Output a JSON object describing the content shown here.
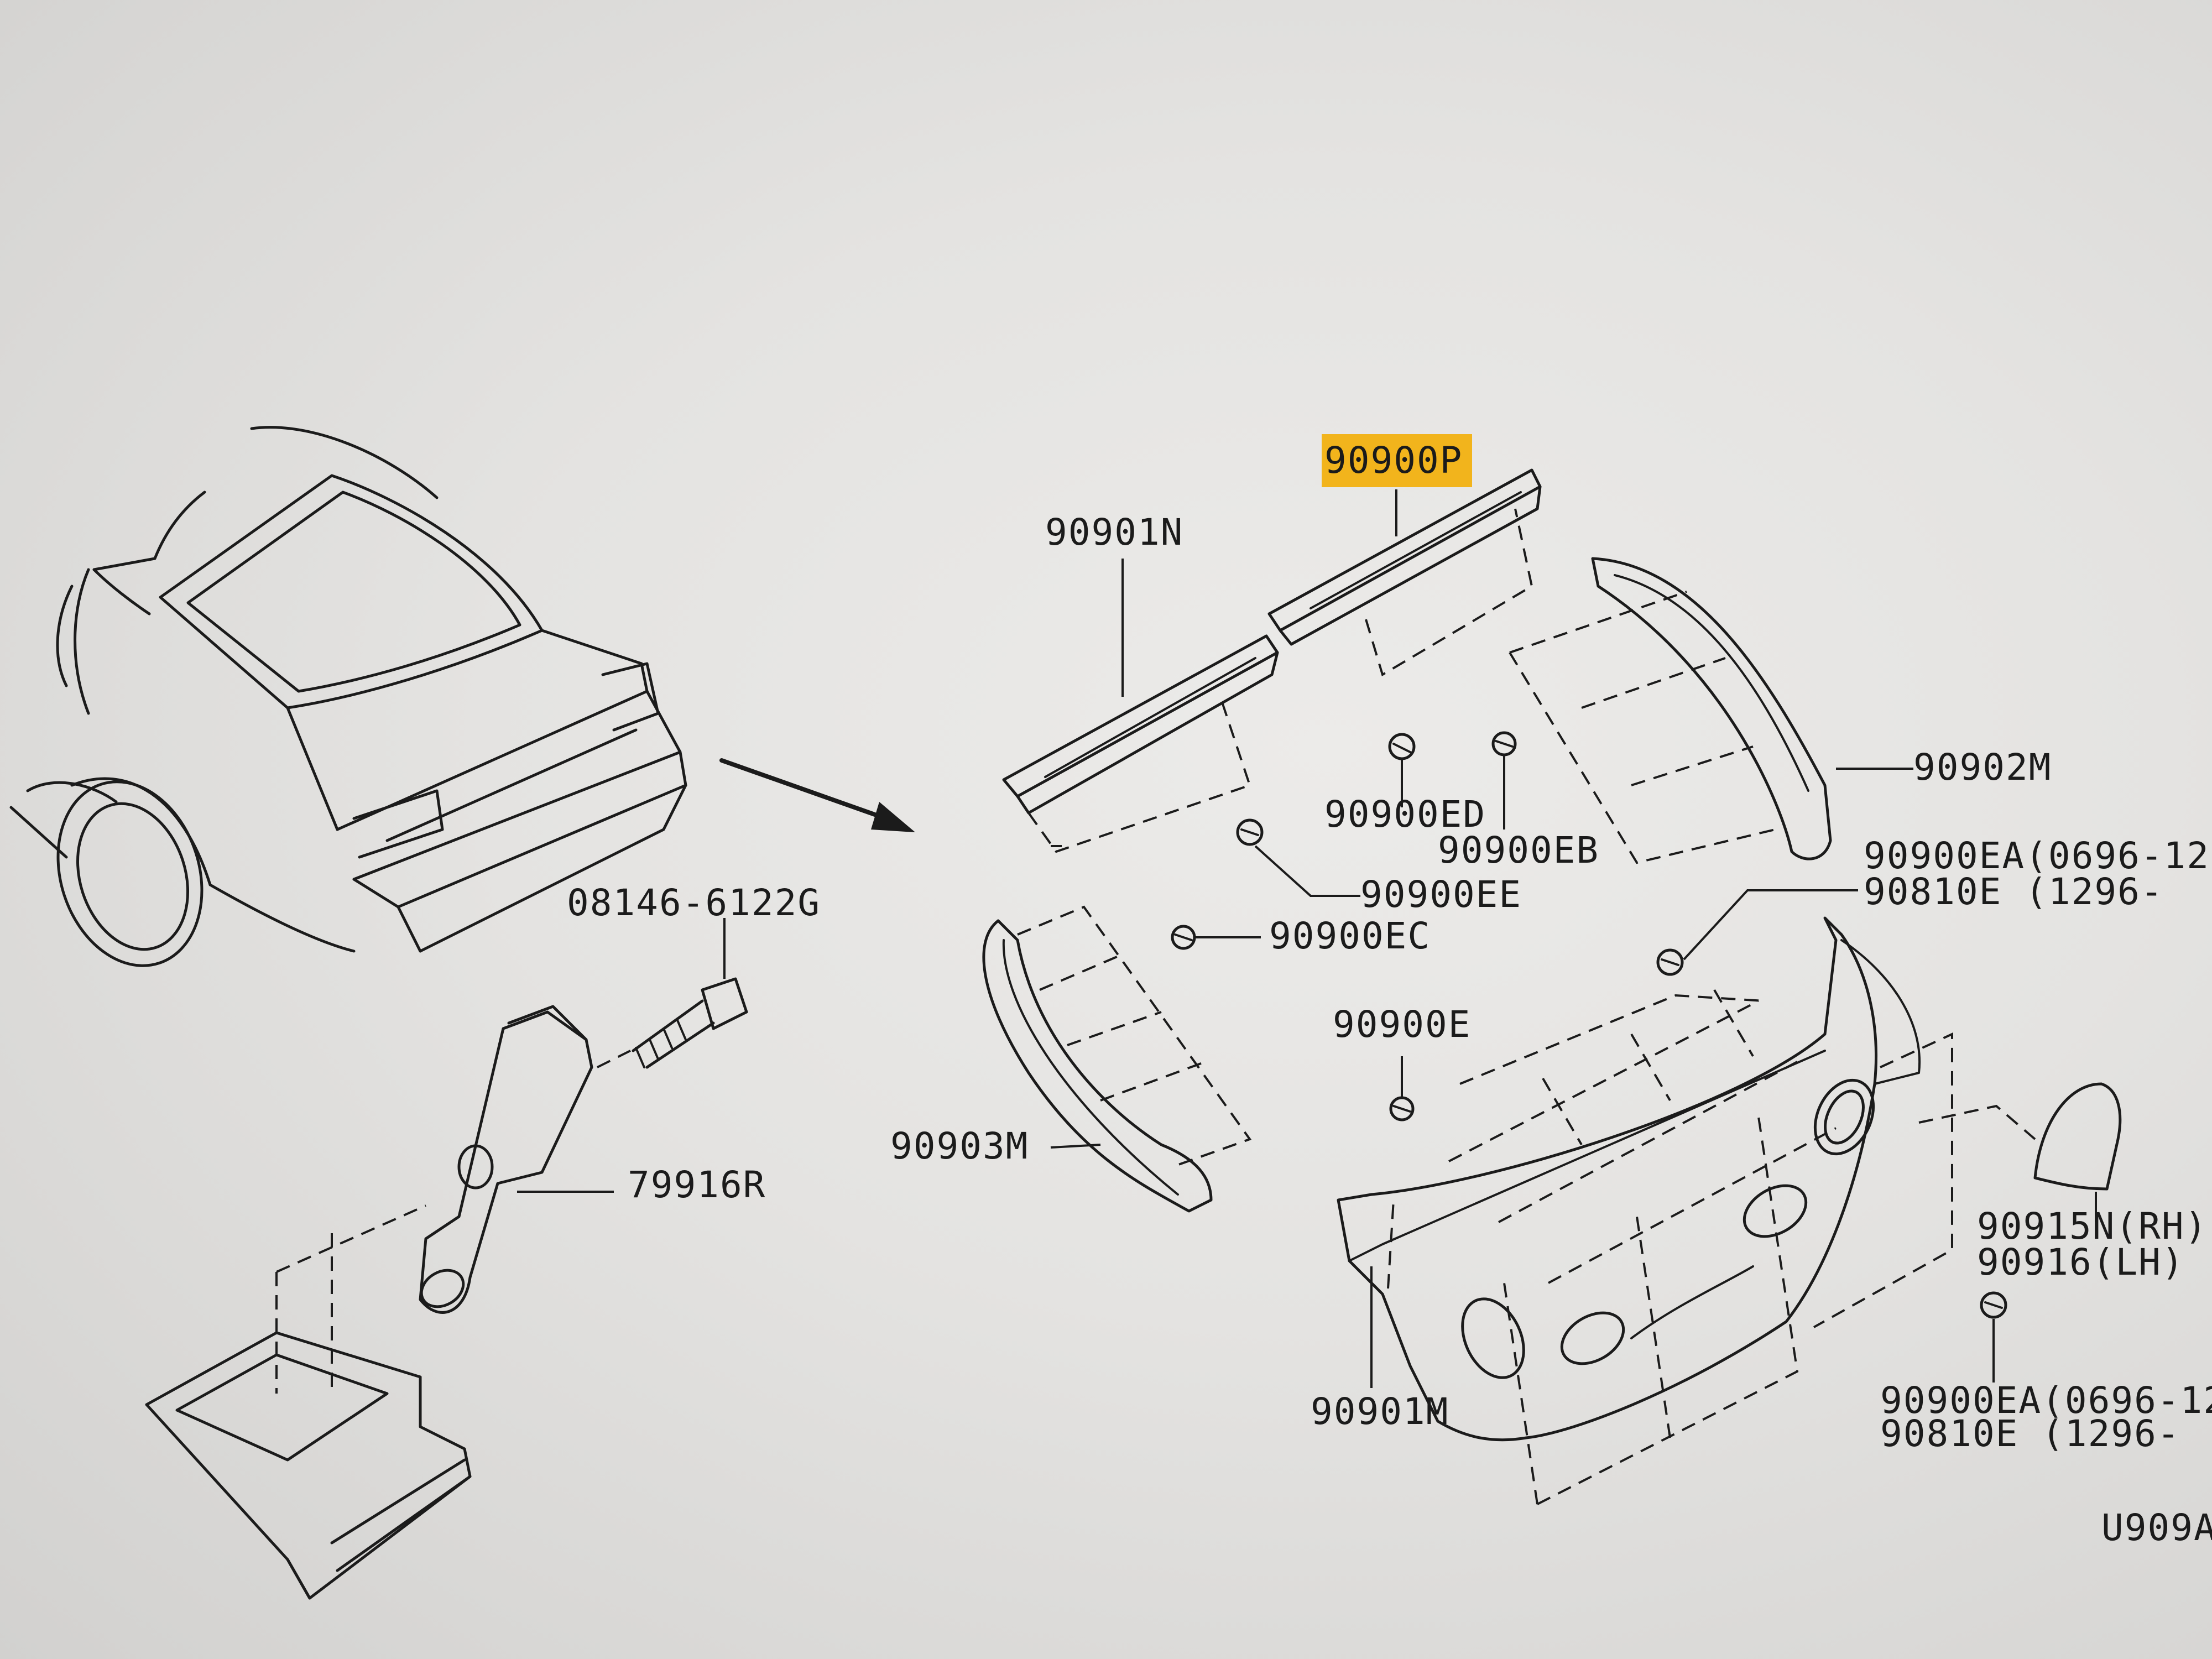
{
  "colors": {
    "highlight": "#f2b41c",
    "line": "#1b1b1b",
    "screen": "#e8e7e5"
  },
  "labels": {
    "p90900P": "90900P",
    "p90901N": "90901N",
    "p90902M": "90902M",
    "p90900ED": "90900ED",
    "p90900EB": "90900EB",
    "p90900EE": "90900EE",
    "p90900EA_top": "90900EA(0696-12",
    "p90810E_top": "90810E  (1296-",
    "p90900EC": "90900EC",
    "p08146": "08146-6122G",
    "p90900E": "90900E",
    "p79916R": "79916R",
    "p90903M": "90903M",
    "p90915N": "90915N(RH)",
    "p90916": "90916(LH)",
    "p90901M": "90901M",
    "p90900EA_bottom": "90900EA(0696-12",
    "p90810E_bottom": "90810E  (1296-",
    "figure_code": "U909A"
  },
  "highlighted_part": "90900P"
}
